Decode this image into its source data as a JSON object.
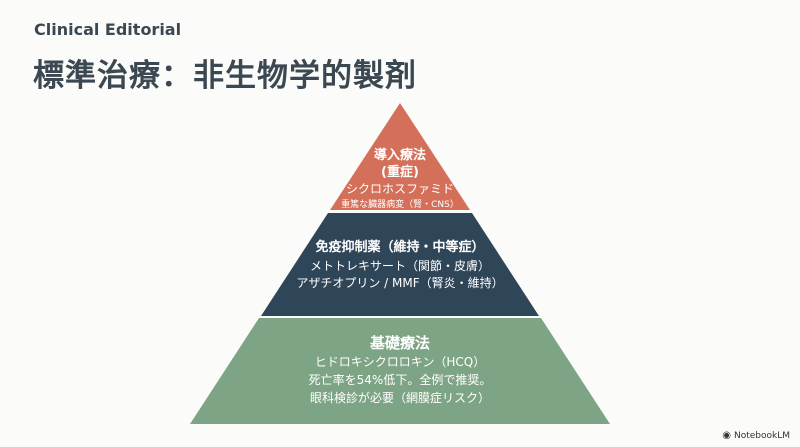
{
  "header": {
    "subtitle": "Clinical Editorial",
    "title": "標準治療：非生物学的製剤"
  },
  "colors": {
    "top": "#d4705a",
    "middle": "#2f4558",
    "bottom": "#7ea486"
  },
  "pyramid": {
    "top": {
      "heading1": "導入療法",
      "heading2": "(重症)",
      "drug": "シクロホスファミド",
      "note": "重篤な臓器病変（腎・CNS）"
    },
    "middle": {
      "heading": "免疫抑制薬（維持・中等症）",
      "line1": "メトトレキサート（関節・皮膚）",
      "line2": "アザチオプリン / MMF（腎炎・維持）"
    },
    "bottom": {
      "heading": "基礎療法",
      "line1": "ヒドロキシクロロキン（HCQ）",
      "line2": "死亡率を54%低下。全例で推奨。",
      "line3": "眼科検診が必要（網膜症リスク）"
    }
  },
  "watermark": {
    "label": "NotebookLM"
  }
}
